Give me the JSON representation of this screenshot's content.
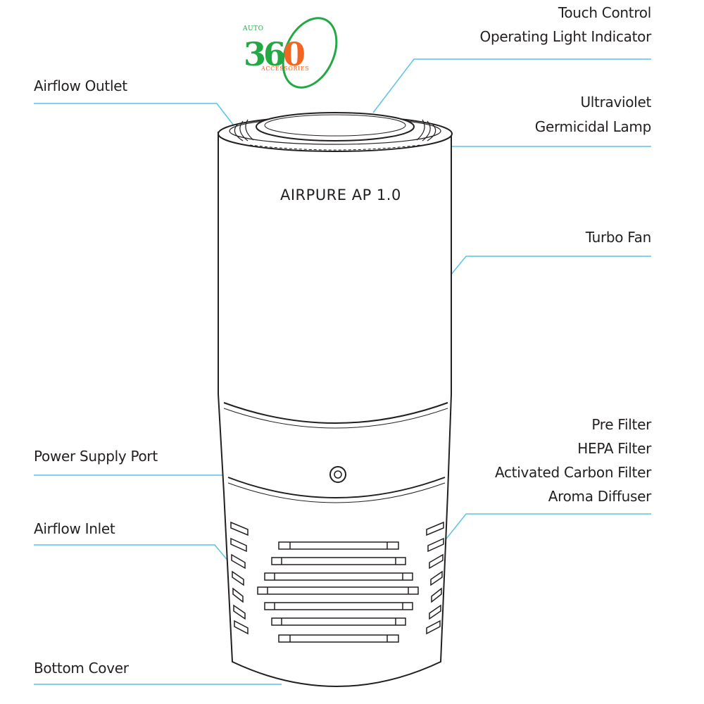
{
  "product": {
    "name": "AIRPURE AP 1.0"
  },
  "logo": {
    "top_text": "AUTO",
    "main_text": "360",
    "bottom_text": "ACCESSORIES"
  },
  "labels": {
    "touch_control": "Touch Control",
    "operating_light": "Operating Light Indicator",
    "airflow_outlet": "Airflow Outlet",
    "ultraviolet": "Ultraviolet",
    "germicidal_lamp": "Germicidal Lamp",
    "turbo_fan": "Turbo Fan",
    "pre_filter": "Pre Filter",
    "hepa_filter": "HEPA Filter",
    "carbon_filter": "Activated Carbon Filter",
    "aroma_diffuser": "Aroma Diffuser",
    "power_port": "Power Supply Port",
    "airflow_inlet": "Airflow Inlet",
    "bottom_cover": "Bottom Cover"
  },
  "colors": {
    "leader_line": "#5bc2e7",
    "outline": "#231f20",
    "logo_green": "#22a845",
    "logo_orange": "#f26522"
  }
}
